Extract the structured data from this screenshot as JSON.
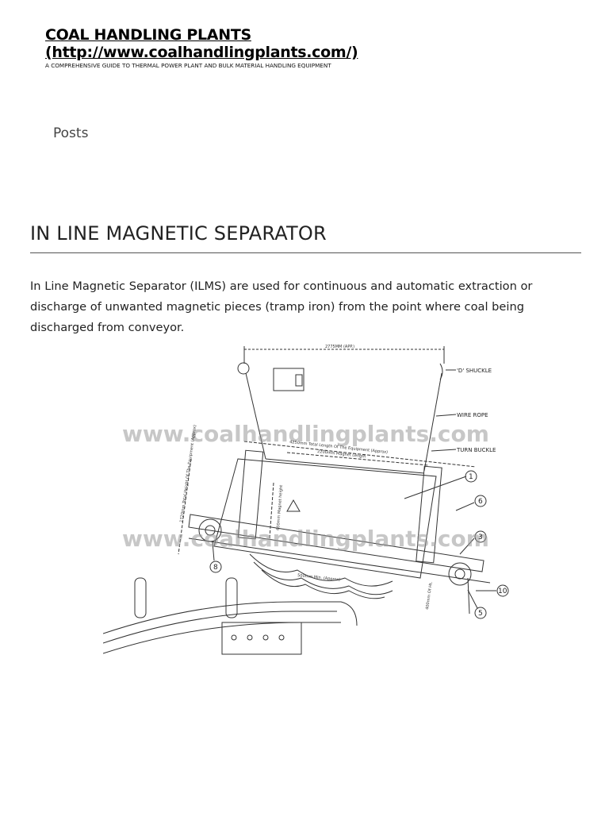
{
  "site": {
    "title": "COAL HANDLING PLANTS",
    "url_text": "(http://www.coalhandlingplants.com/)",
    "tagline": "A COMPREHENSIVE GUIDE TO THERMAL POWER PLANT AND BULK MATERIAL HANDLING EQUIPMENT"
  },
  "nav": {
    "posts_label": "Posts"
  },
  "article": {
    "title": "IN LINE MAGNETIC SEPARATOR",
    "intro": "In Line Magnetic Separator (ILMS) are used for continuous and automatic extraction or discharge of unwanted magnetic pieces (tramp iron) from the point where coal being discharged from conveyor."
  },
  "figure": {
    "watermark_1": "www.coalhandlingplants.com",
    "watermark_2": "www.coalhandlingplants.com",
    "labels": {
      "d_shuckle": "'D' SHUCKLE",
      "wire_rope": "WIRE ROPE",
      "turn_buckle": "TURN BUCKLE",
      "top_dim": "2775MM (APP.)",
      "total_length": "4250mm Total Length Of The Equipment (Approx)",
      "magnet_length": "2200mm Magnet Length",
      "total_height": "1720mm Total Height Of The Equipment (Approx)",
      "magnet_height": "600mm Magnet height",
      "belt_dim": "500mm Min. (Approx)",
      "ht_dim": "400mm Of Ht."
    },
    "callouts": [
      "1",
      "6",
      "3",
      "10",
      "5",
      "8"
    ]
  }
}
